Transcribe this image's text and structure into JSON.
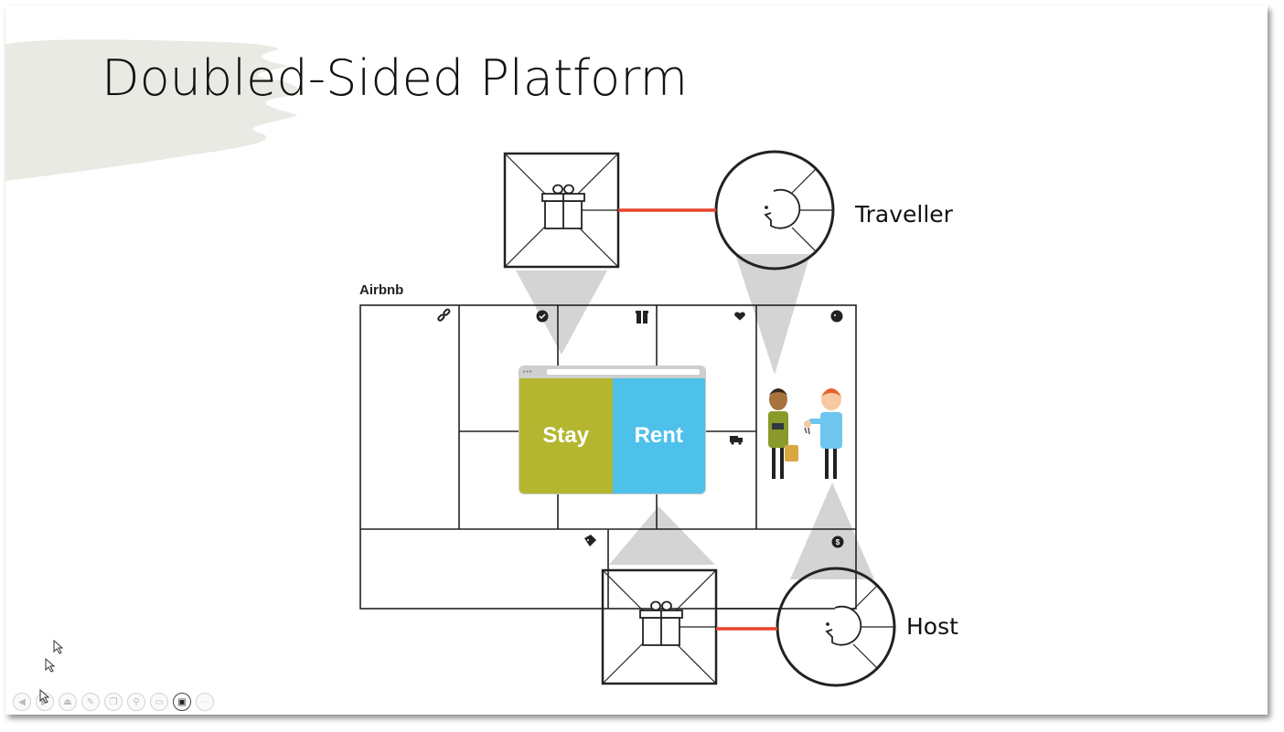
{
  "slide": {
    "title": "Doubled-Sided Platform",
    "canvas_label": "Airbnb",
    "labels": {
      "traveller": "Traveller",
      "host": "Host"
    },
    "browser": {
      "stay": "Stay",
      "rent": "Rent"
    }
  },
  "colors": {
    "connector": "#e8432a",
    "stay": "#b3b62e",
    "rent": "#4dc1ea",
    "cone": "#d4d4d4"
  },
  "toolbar": {
    "buttons": [
      {
        "name": "previous-icon",
        "glyph": "◀"
      },
      {
        "name": "next-icon",
        "glyph": "▶"
      },
      {
        "name": "eject-icon",
        "glyph": "⏏"
      },
      {
        "name": "pen-icon",
        "glyph": "✎"
      },
      {
        "name": "slides-icon",
        "glyph": "❐"
      },
      {
        "name": "zoom-icon",
        "glyph": "⚲"
      },
      {
        "name": "subtitles-icon",
        "glyph": "▭"
      },
      {
        "name": "camera-icon",
        "glyph": "▣"
      },
      {
        "name": "more-icon",
        "glyph": "⋯"
      }
    ]
  }
}
